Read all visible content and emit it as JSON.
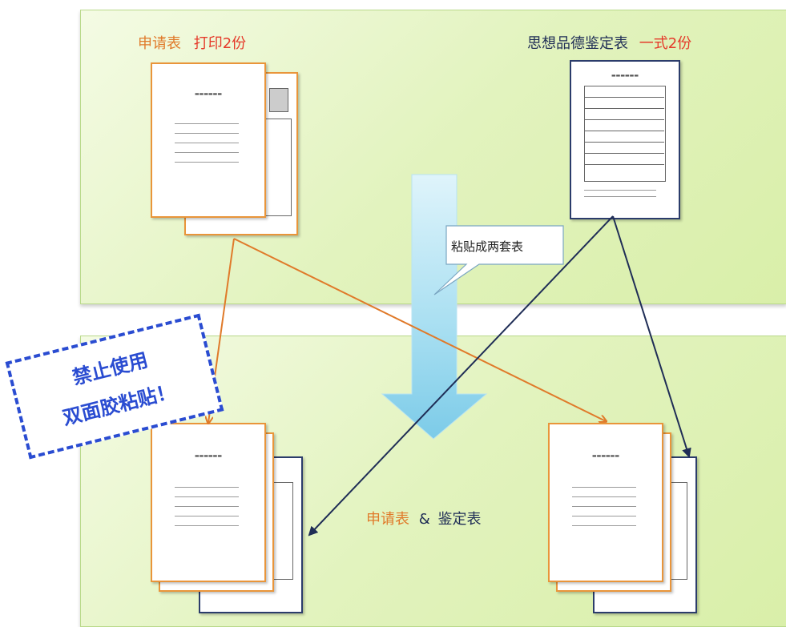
{
  "top_left_label": {
    "form": "申请表",
    "print": "打印2份"
  },
  "top_right_label": {
    "form": "思想品德鉴定表",
    "copies": "一式2份"
  },
  "callout": "粘贴成两套表",
  "stamp": {
    "line1": "禁止使用",
    "line2": "双面胶粘贴！"
  },
  "combined_label": {
    "form": "申请表",
    "amp": "&",
    "appraisal": "鉴定表"
  },
  "colors": {
    "orange": "#e07a2a",
    "red": "#e53a2a",
    "navy": "#1f2d56",
    "stamp_blue": "#2a4cd1",
    "panel_green": "#e2f3be",
    "arrow_blue": "#9bd8ee"
  }
}
